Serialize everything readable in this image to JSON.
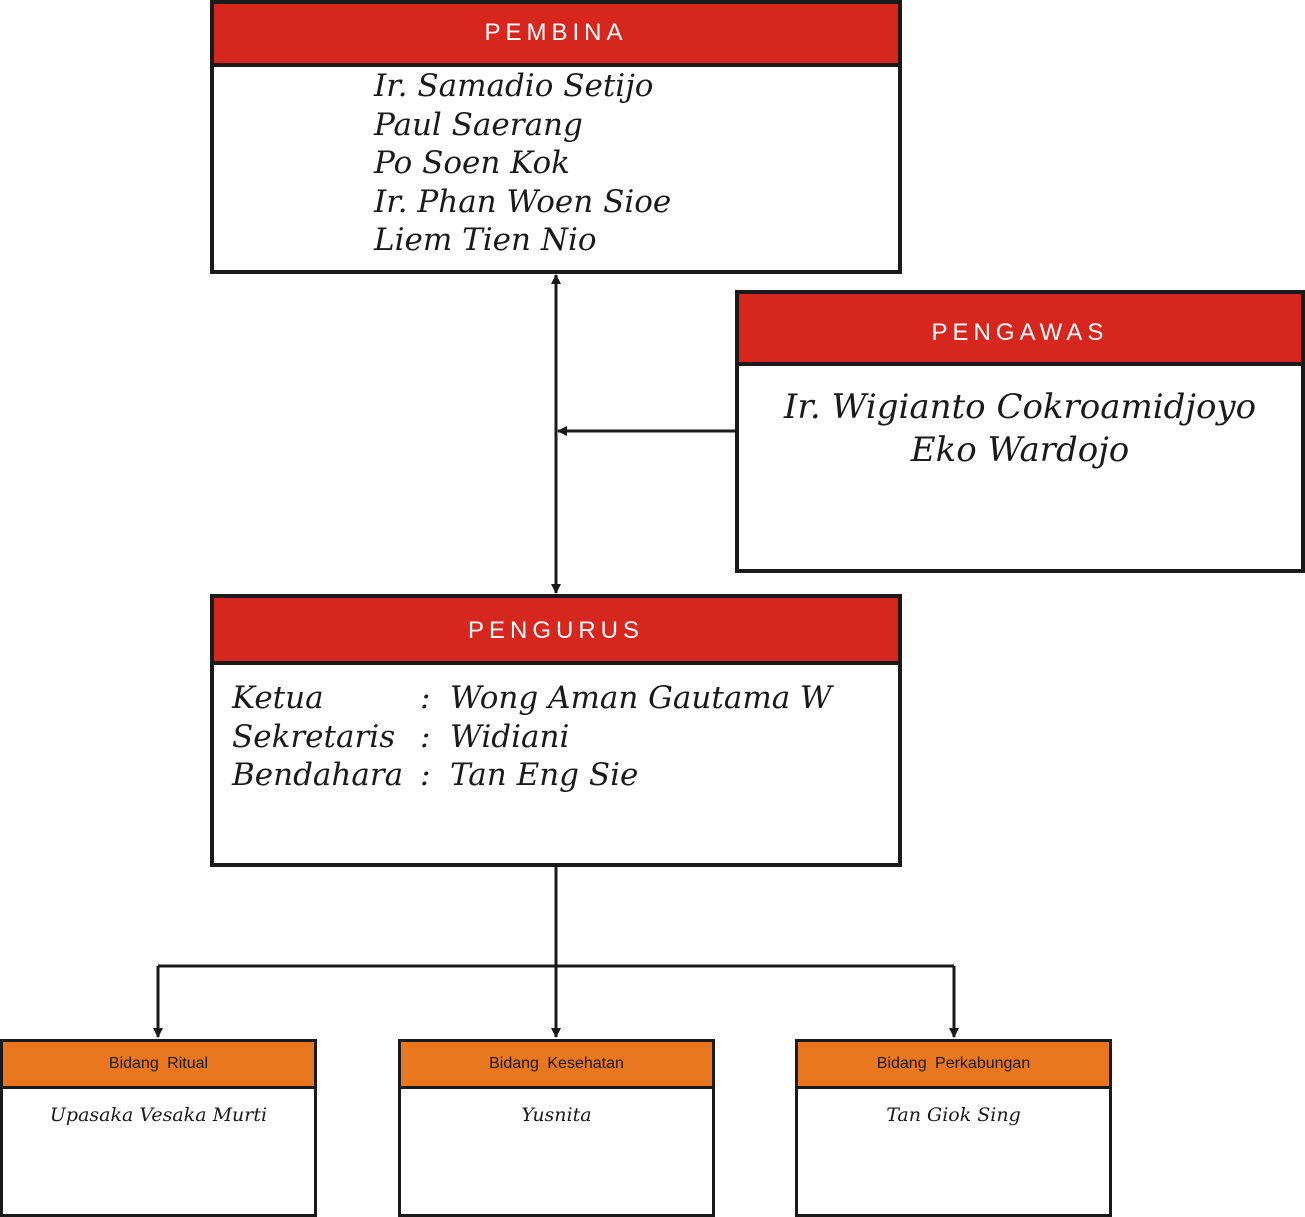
{
  "pembina": {
    "title": "PEMBINA",
    "members": [
      "Ir. Samadio Setijo",
      "Paul Saerang",
      "Po Soen Kok",
      "Ir. Phan Woen Sioe",
      "Liem Tien Nio"
    ]
  },
  "pengawas": {
    "title": "PENGAWAS",
    "members": [
      "Ir. Wigianto Cokroamidjoyo",
      "Eko Wardojo"
    ]
  },
  "pengurus": {
    "title": "PENGURUS",
    "members": [
      {
        "role": "Ketua",
        "colon": ":",
        "name": "Wong Aman Gautama W"
      },
      {
        "role": "Sekretaris",
        "colon": ":",
        "name": "Widiani"
      },
      {
        "role": "Bendahara",
        "colon": ":",
        "name": "Tan Eng Sie"
      }
    ]
  },
  "bidang": [
    {
      "title": "Bidang Ritual",
      "member": "Upasaka Vesaka Murti"
    },
    {
      "title": "Bidang Kesehatan",
      "member": "Yusnita"
    },
    {
      "title": "Bidang Perkabungan",
      "member": "Tan Giok Sing"
    }
  ],
  "colors": {
    "header_red": "#d6261d",
    "header_orange": "#e8771f",
    "border": "#1a1a1a"
  }
}
